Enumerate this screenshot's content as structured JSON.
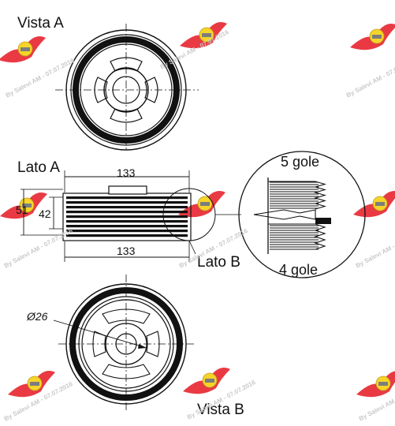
{
  "labels": {
    "vista_a": "Vista A",
    "lato_a": "Lato A",
    "lato_b": "Lato B",
    "vista_b": "Vista B",
    "five_grooves": "5 gole",
    "four_grooves": "4 gole"
  },
  "dimensions": {
    "width_top": "133",
    "width_bottom": "133",
    "outer_diameter": "51",
    "inner_diameter": "42",
    "bore_diameter": "Ø26"
  },
  "watermark": {
    "text": "By Salevi AM - 07.07.2016"
  },
  "colors": {
    "line": "#111111",
    "logo_red": "#e8303a",
    "logo_yellow": "#f6d21e",
    "watermark_gray": "#c9c9c9"
  }
}
